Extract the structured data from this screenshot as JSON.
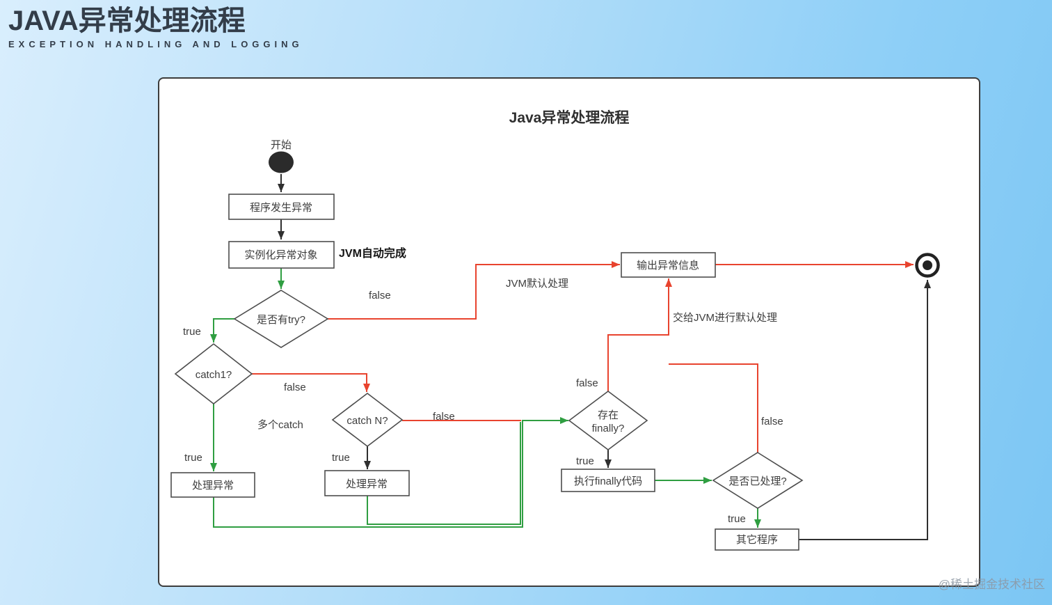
{
  "header": {
    "title": "JAVA异常处理流程",
    "subtitle": "EXCEPTION HANDLING AND LOGGING"
  },
  "watermark": "@稀土掘金技术社区",
  "diagram": {
    "title": "Java异常处理流程",
    "nodes": {
      "start": "开始",
      "program_exception": "程序发生异常",
      "instantiate_exception": "实例化异常对象",
      "has_try": "是否有try?",
      "catch1": "catch1?",
      "catch_n": "catch N?",
      "handle_exception_1": "处理异常",
      "handle_exception_2": "处理异常",
      "has_finally_line1": "存在",
      "has_finally_line2": "finally?",
      "exec_finally": "执行finally代码",
      "is_handled": "是否已处理?",
      "other_program": "其它程序",
      "output_exception_info": "输出异常信息"
    },
    "labels": {
      "jvm_auto_complete": "JVM自动完成",
      "jvm_default_handling": "JVM默认处理",
      "hand_to_jvm": "交给JVM进行默认处理",
      "multiple_catch": "多个catch",
      "true_label": "true",
      "false_label": "false"
    },
    "colors": {
      "true_edge_green": "#2f9e41",
      "false_edge_red": "#e8432e",
      "normal_edge_black": "#2f2f2f",
      "panel_background": "#ffffff",
      "page_background_from": "#d9eefd",
      "page_background_to": "#7cc6f3"
    }
  }
}
